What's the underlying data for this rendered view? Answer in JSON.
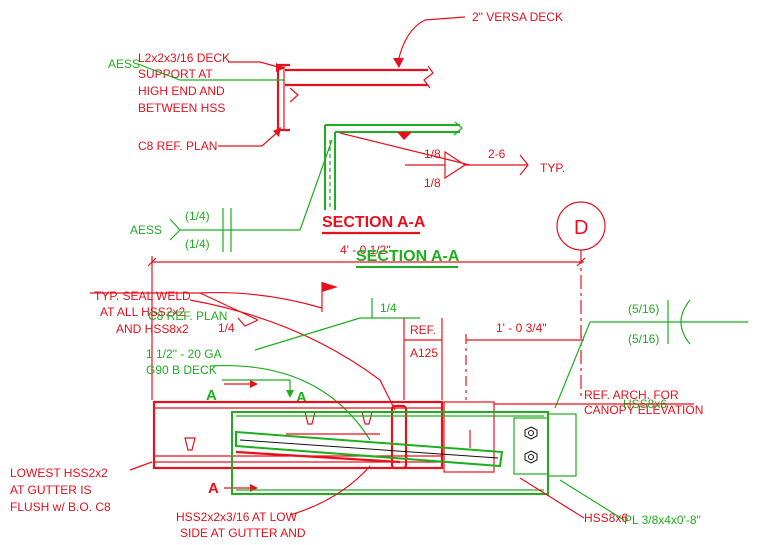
{
  "labels": {
    "versa_deck": "2\" VERSA DECK",
    "aess_top": "AESS",
    "deck_support_1": "L2x2x3/16 DECK",
    "deck_support_2": "SUPPORT AT",
    "deck_support_3": "HIGH END AND",
    "deck_support_4": "BETWEEN HSS",
    "c8_ref": "C8 REF. PLAN",
    "weld_18_top": "1/8",
    "weld_18_bot": "1/8",
    "weld_pitch": "2-6",
    "typ": "TYP.",
    "aess_mid": "AESS",
    "weld_14_top": "(1/4)",
    "weld_14_bot": "(1/4)",
    "section_red": "SECTION A-A",
    "dim_overall": "4' - 0 1/2\"",
    "section_green": "SECTION A-A",
    "grid_d": "D",
    "seal_weld_1": "TYP. SEAL WELD",
    "seal_weld_2": "AT ALL HSS2x2",
    "seal_weld_3": "AND HSS8x2",
    "c8_ref_plan_2": "C8 REF. PLAN",
    "weld_14_left": "1/4",
    "weld_14_mid": "1/4",
    "ref": "REF.",
    "a125": "A125",
    "dim_1_0_34": "1' - 0 3/4\"",
    "weld_516_top": "(5/16)",
    "weld_516_bot": "(5/16)",
    "deck_ga_1": "1 1/2\" - 20 GA",
    "deck_ga_2": "G90 B DECK",
    "section_mark_a1": "A",
    "section_mark_a2": "A",
    "section_mark_a3": "A",
    "ref_arch_1": "REF. ARCH. FOR",
    "ref_arch_2": "CANOPY ELEVATION",
    "hss8x6_top": "HSS8x6",
    "lowest_1": "LOWEST HSS2x2",
    "lowest_2": "AT GUTTER IS",
    "lowest_3": "FLUSH w/ B.O. C8",
    "hss2x2_low_1": "HSS2x2x3/16 AT LOW",
    "hss2x2_low_2": "SIDE AT GUTTER AND",
    "hss8x6_bot": "HSS8x6",
    "plate": "PL 3/8x4x0'-8\""
  },
  "colors": {
    "red": "#e8101c",
    "green": "#1fae1f",
    "black": "#111111"
  }
}
